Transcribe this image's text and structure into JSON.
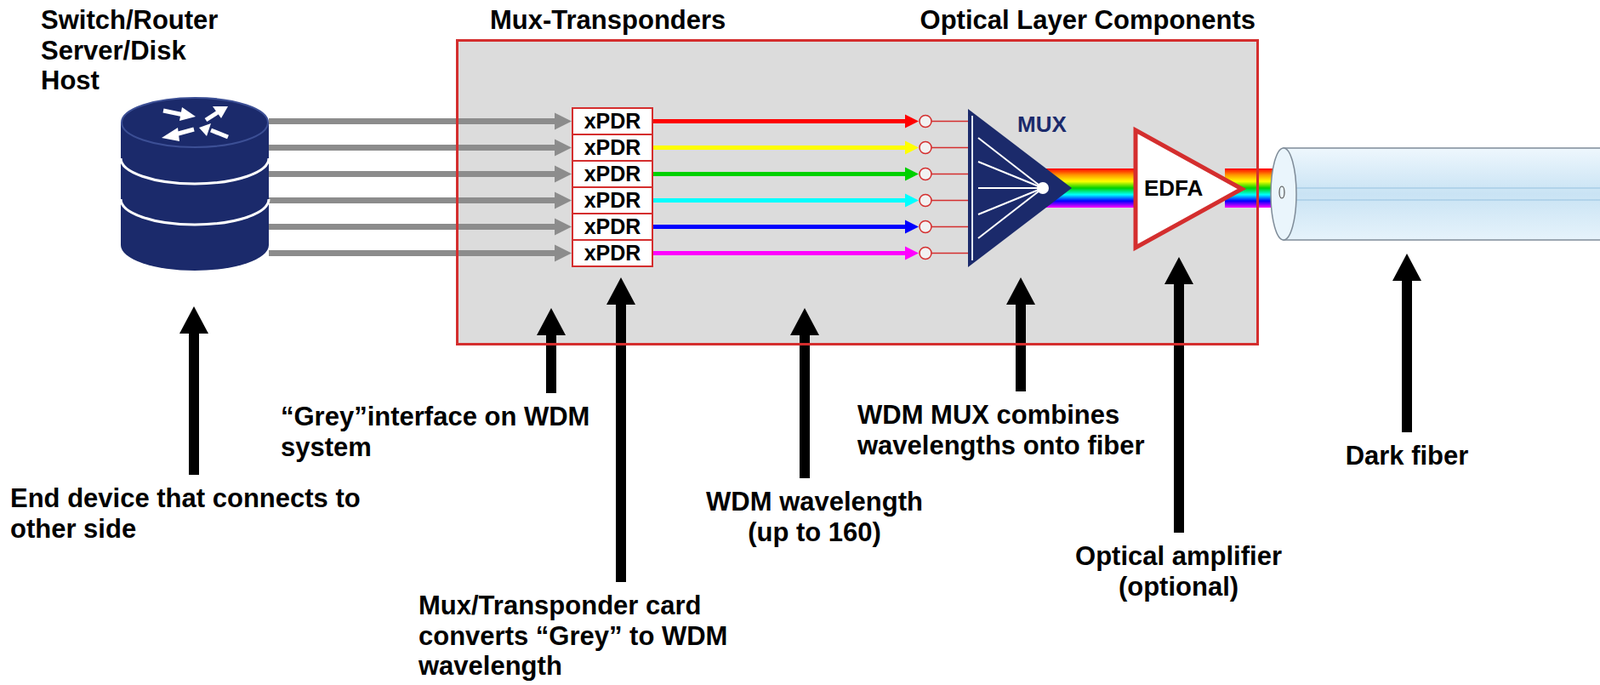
{
  "diagram": {
    "nodes": [
      {
        "text": [
          "Switch/Router Server/Disk Host"
        ]
      },
      {
        "text": [
          "Mux-Transponders",
          "Optical Layer Components"
        ]
      },
      {
        "text": [
          "xPDR"
        ],
        "in": 1
      },
      {
        "text": [
          "xPDR"
        ],
        "in": 1
      },
      {
        "text": [
          "xPDR"
        ],
        "in": 1
      },
      {
        "text": [
          "xPDR"
        ],
        "in": 1
      },
      {
        "text": [
          "xPDR"
        ],
        "in": 1
      },
      {
        "text": [
          "xPDR"
        ],
        "in": 1
      },
      {
        "text": [
          "MUX"
        ],
        "in": 1
      },
      {
        "text": [
          "EDFA"
        ],
        "in": 1
      }
    ],
    "edges": [
      {
        "from": 0,
        "to": 2,
        "arrow": "to"
      },
      {
        "from": 0,
        "to": 3,
        "arrow": "to"
      },
      {
        "from": 0,
        "to": 4,
        "arrow": "to"
      },
      {
        "from": 0,
        "to": 5,
        "arrow": "to"
      },
      {
        "from": 0,
        "to": 6,
        "arrow": "to"
      },
      {
        "from": 0,
        "to": 7,
        "arrow": "to"
      },
      {
        "from": 2,
        "to": 8,
        "arrow": "to"
      },
      {
        "from": 3,
        "to": 8,
        "arrow": "to"
      },
      {
        "from": 4,
        "to": 8,
        "arrow": "to"
      },
      {
        "from": 5,
        "to": 8,
        "arrow": "to"
      },
      {
        "from": 6,
        "to": 8,
        "arrow": "to"
      },
      {
        "from": 7,
        "to": 8,
        "arrow": "to"
      },
      {
        "from": 8,
        "to": 9,
        "arrow": "none"
      }
    ],
    "labels": [
      "End device that connects to other side",
      "“Grey”interface on WDM system",
      "Mux/Transponder card converts “Grey” to WDM wavelength",
      "WDM wavelength (up to 160)",
      "WDM MUX combines wavelengths onto fiber",
      "Optical amplifier (optional)",
      "Dark fiber"
    ]
  }
}
